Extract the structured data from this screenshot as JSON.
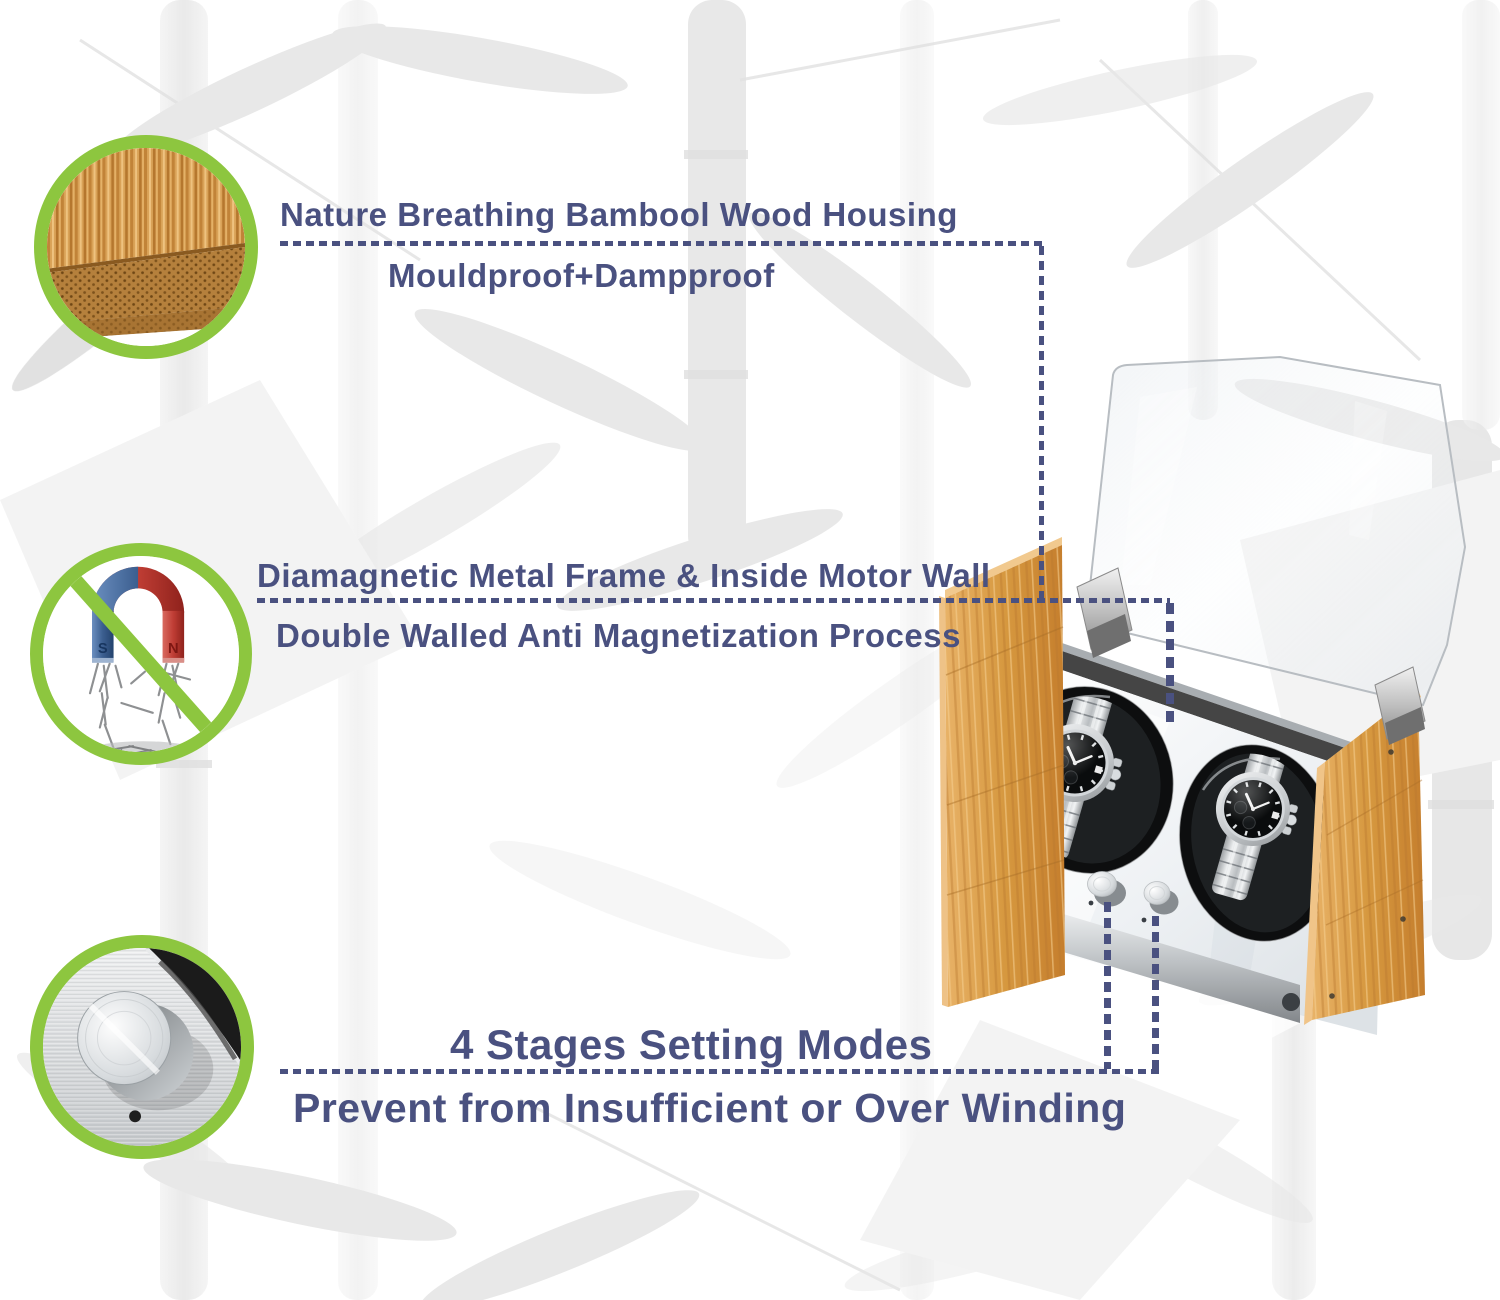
{
  "meta": {
    "type": "product feature infographic"
  },
  "colors": {
    "headline_text": "#4A5180",
    "connector_lines": "#4A5180",
    "callout_ring_green": "#8DC63F",
    "bamboo_wood": "#D99A4D",
    "background": "#FFFFFF"
  },
  "callouts": [
    {
      "title": "Nature Breathing Bambool Wood Housing",
      "subtitle": "Mouldproof+Dampproof",
      "photo": "bamboo-wood-grain-closeup"
    },
    {
      "title": "Diamagnetic Metal Frame & Inside Motor Wall",
      "subtitle": "Double Walled Anti Magnetization Process",
      "photo": "crossed-out-horseshoe-magnet-with-nails",
      "magnet_pole_labels": {
        "south": "S",
        "north": "N"
      }
    },
    {
      "title": "4 Stages Setting Modes",
      "subtitle": "Prevent from Insufficient or Over Winding",
      "photo": "metal-setting-knob-closeup"
    }
  ],
  "product_photo": {
    "name": "dual-watch-winder-bamboo-open-lid",
    "visible_parts": [
      "clear-acrylic-lid",
      "metal-hinge-clips",
      "bamboo-side-panels",
      "mirror-front-panel",
      "two-black-oval-watch-holders",
      "two-silver-chronograph-watches",
      "two-metal-setting-knobs",
      "metal-base-rails"
    ]
  },
  "background": {
    "name": "faded-bamboo-forest-pattern"
  }
}
